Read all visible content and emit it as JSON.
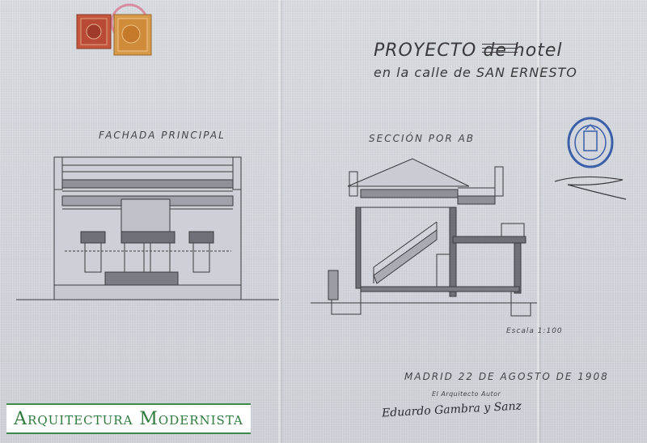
{
  "title": {
    "line1": "PROYECTO de hotel",
    "line2": "en la calle de SAN ERNESTO"
  },
  "labels": {
    "facade": "FACHADA PRINCIPAL",
    "section": "SECCIÓN POR AB",
    "scale": "Escala 1:100",
    "date": "MADRID 22 DE AGOSTO DE 1908",
    "architect": "El Arquitecto Autor",
    "signature": "Eduardo Gambra y Sanz"
  },
  "brand": {
    "text": "Arquitectura Modernista",
    "color": "#2f7a3c"
  },
  "colors": {
    "paper": "#d6d9dd",
    "ink": "#3a3a3e",
    "stamp_red": "#c4563d",
    "stamp_orange": "#d79a4a",
    "seal_blue": "#3b5fa8"
  },
  "icons": [
    "postage-stamp-icon",
    "official-seal-icon"
  ]
}
